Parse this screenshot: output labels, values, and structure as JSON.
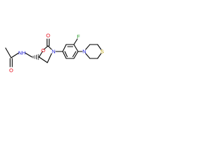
{
  "molecule": {
    "atoms": {
      "amide_oxygen": {
        "symbol": "O",
        "color": "#e4000f"
      },
      "amide_nitrogen": {
        "symbol": "NH",
        "color": "#1b1bd6"
      },
      "carbonyl_oxygen": {
        "symbol": "O",
        "color": "#e4000f"
      },
      "ring_oxygen": {
        "symbol": "O",
        "color": "#e4000f"
      },
      "ring_nitrogen": {
        "symbol": "N",
        "color": "#1b1bd6"
      },
      "fluorine": {
        "symbol": "F",
        "color": "#2e9e2e"
      },
      "morpholine_nitrogen": {
        "symbol": "N",
        "color": "#1b1bd6"
      },
      "sulfur": {
        "symbol": "S",
        "color": "#b59a00"
      }
    }
  }
}
